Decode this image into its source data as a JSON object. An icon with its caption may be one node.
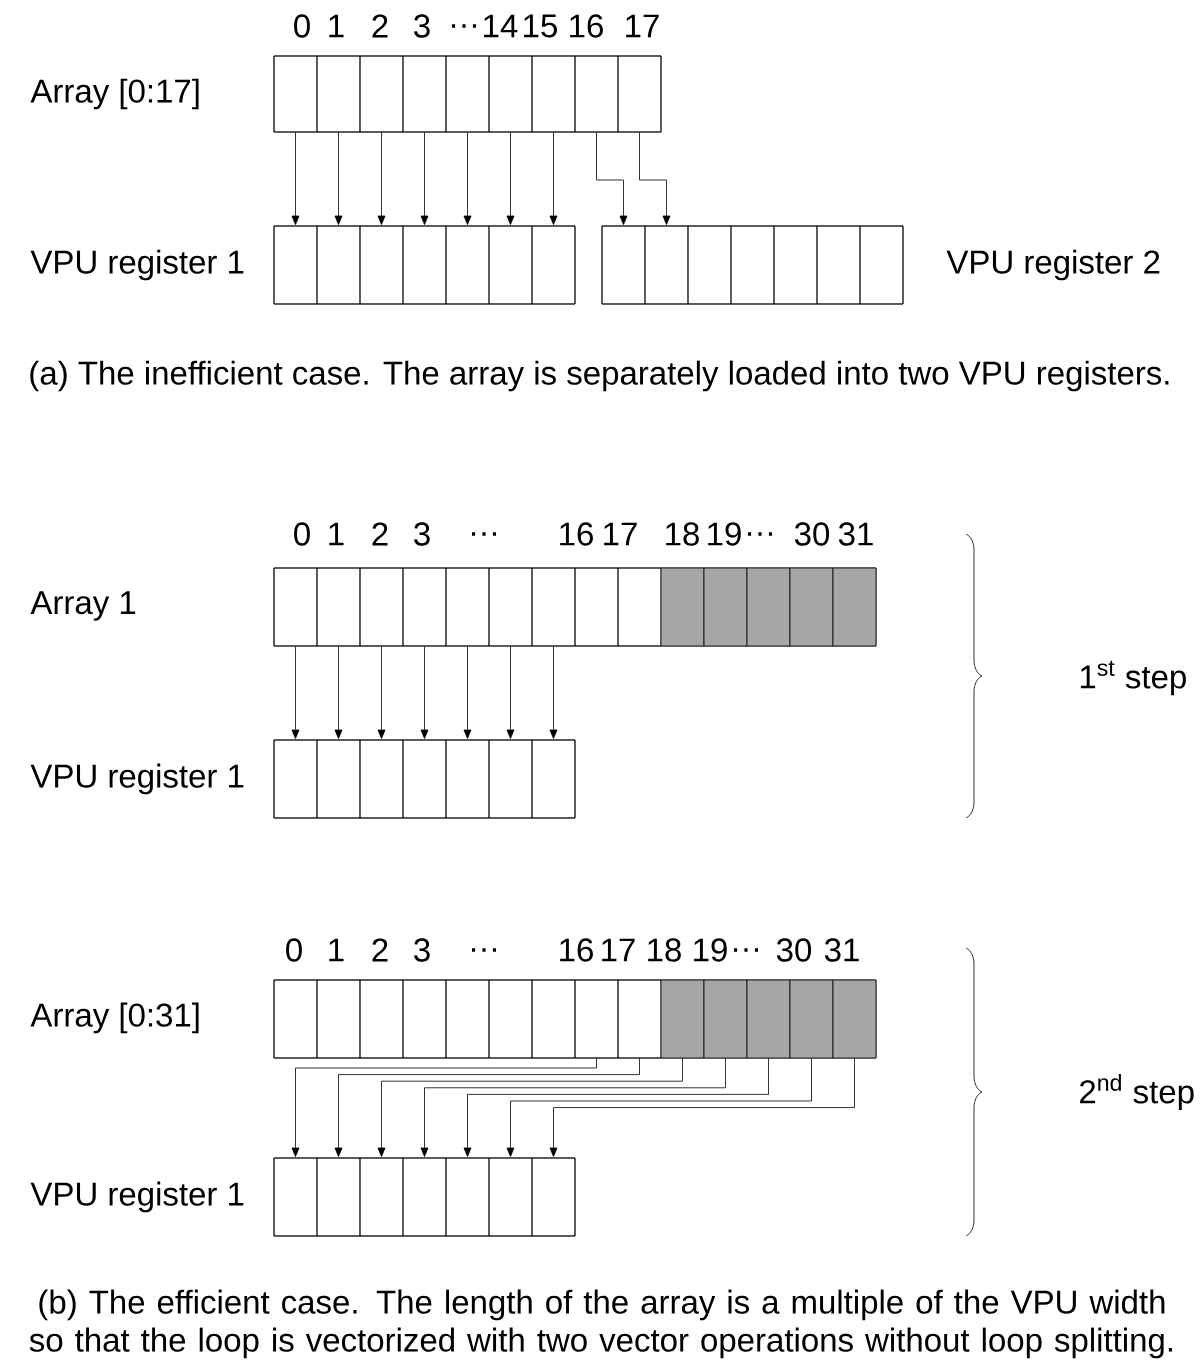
{
  "diagram": {
    "nodes": [
      {
        "text": [],
        "shape": "box"
      },
      {
        "text": [],
        "shape": "box",
        "in": 0
      },
      {
        "text": [],
        "shape": "box",
        "in": 0
      },
      {
        "text": [],
        "shape": "box",
        "in": 0
      },
      {
        "text": [],
        "shape": "box",
        "in": 0
      },
      {
        "text": [],
        "shape": "box",
        "in": 0
      },
      {
        "text": [],
        "shape": "box",
        "in": 0
      },
      {
        "text": [],
        "shape": "box",
        "in": 0
      },
      {
        "text": [],
        "shape": "box",
        "in": 0
      },
      {
        "text": [],
        "shape": "box",
        "in": 0
      },
      {
        "text": [],
        "shape": "box",
        "beside": [
          "VPU register 1"
        ]
      },
      {
        "text": [],
        "shape": "box",
        "in": 10
      },
      {
        "text": [],
        "shape": "box",
        "in": 10
      },
      {
        "text": [],
        "shape": "box",
        "in": 10
      },
      {
        "text": [],
        "shape": "box",
        "in": 10
      },
      {
        "text": [],
        "shape": "box",
        "in": 10
      },
      {
        "text": [],
        "shape": "box",
        "in": 10
      },
      {
        "text": [],
        "shape": "box",
        "in": 10
      },
      {
        "text": [],
        "shape": "box",
        "beside": [
          "VPU register 2"
        ]
      },
      {
        "text": [],
        "shape": "box",
        "in": 18
      },
      {
        "text": [],
        "shape": "box",
        "in": 18
      },
      {
        "text": [],
        "shape": "box",
        "in": 18
      },
      {
        "text": [],
        "shape": "box",
        "in": 18
      },
      {
        "text": [],
        "shape": "box",
        "in": 18
      },
      {
        "text": [],
        "shape": "box",
        "in": 18
      },
      {
        "text": [],
        "shape": "box",
        "in": 18
      },
      {
        "text": [],
        "shape": "box"
      },
      {
        "text": [],
        "shape": "box",
        "in": 26
      },
      {
        "text": [],
        "shape": "box",
        "in": 26
      },
      {
        "text": [],
        "shape": "box",
        "in": 26
      },
      {
        "text": [],
        "shape": "box",
        "in": 26
      },
      {
        "text": [],
        "shape": "box",
        "in": 26
      },
      {
        "text": [],
        "shape": "box",
        "in": 26
      },
      {
        "text": [],
        "shape": "box",
        "in": 26
      },
      {
        "text": [],
        "shape": "box",
        "in": 26
      },
      {
        "text": [],
        "shape": "box",
        "in": 26
      },
      {
        "text": [],
        "shape": "box",
        "in": 26
      },
      {
        "text": [],
        "shape": "box",
        "in": 26
      },
      {
        "text": [],
        "shape": "box",
        "in": 26
      },
      {
        "text": [],
        "shape": "box",
        "in": 26
      },
      {
        "text": [],
        "shape": "box",
        "in": 26
      },
      {
        "text": [],
        "shape": "box",
        "beside": [
          "VPU register 1"
        ]
      },
      {
        "text": [],
        "shape": "box",
        "in": 41
      },
      {
        "text": [],
        "shape": "box",
        "in": 41
      },
      {
        "text": [],
        "shape": "box",
        "in": 41
      },
      {
        "text": [],
        "shape": "box",
        "in": 41
      },
      {
        "text": [],
        "shape": "box",
        "in": 41
      },
      {
        "text": [],
        "shape": "box",
        "in": 41
      },
      {
        "text": [],
        "shape": "box",
        "in": 41
      },
      {
        "text": [],
        "shape": "box"
      },
      {
        "text": [],
        "shape": "box",
        "in": 49
      },
      {
        "text": [],
        "shape": "box",
        "in": 49
      },
      {
        "text": [],
        "shape": "box",
        "in": 49
      },
      {
        "text": [],
        "shape": "box",
        "in": 49
      },
      {
        "text": [],
        "shape": "box",
        "in": 49
      },
      {
        "text": [],
        "shape": "box",
        "in": 49
      },
      {
        "text": [],
        "shape": "box",
        "in": 49
      },
      {
        "text": [],
        "shape": "box",
        "in": 49
      },
      {
        "text": [],
        "shape": "box",
        "in": 49
      },
      {
        "text": [],
        "shape": "box",
        "in": 49
      },
      {
        "text": [],
        "shape": "box",
        "in": 49
      },
      {
        "text": [],
        "shape": "box",
        "in": 49
      },
      {
        "text": [],
        "shape": "box",
        "in": 49
      },
      {
        "text": [],
        "shape": "box",
        "in": 49
      },
      {
        "text": [],
        "shape": "box",
        "beside": [
          "VPU register 1"
        ]
      },
      {
        "text": [],
        "shape": "box",
        "in": 64
      },
      {
        "text": [],
        "shape": "box",
        "in": 64
      },
      {
        "text": [],
        "shape": "box",
        "in": 64
      },
      {
        "text": [],
        "shape": "box",
        "in": 64
      },
      {
        "text": [],
        "shape": "box",
        "in": 64
      },
      {
        "text": [],
        "shape": "box",
        "in": 64
      },
      {
        "text": [],
        "shape": "box",
        "in": 64
      }
    ],
    "edges": [
      {
        "from": 1,
        "to": 11,
        "arrow": "to"
      },
      {
        "from": 2,
        "to": 12,
        "arrow": "to"
      },
      {
        "from": 3,
        "to": 13,
        "arrow": "to"
      },
      {
        "from": 4,
        "to": 14,
        "arrow": "to"
      },
      {
        "from": 5,
        "to": 15,
        "arrow": "to"
      },
      {
        "from": 6,
        "to": 16,
        "arrow": "to"
      },
      {
        "from": 7,
        "to": 17,
        "arrow": "to"
      },
      {
        "from": 8,
        "to": 19,
        "arrow": "to"
      },
      {
        "from": 9,
        "to": 20,
        "arrow": "to"
      },
      {
        "from": 27,
        "to": 42,
        "arrow": "to"
      },
      {
        "from": 28,
        "to": 43,
        "arrow": "to"
      },
      {
        "from": 29,
        "to": 44,
        "arrow": "to"
      },
      {
        "from": 30,
        "to": 45,
        "arrow": "to"
      },
      {
        "from": 31,
        "to": 46,
        "arrow": "to"
      },
      {
        "from": 32,
        "to": 47,
        "arrow": "to"
      },
      {
        "from": 33,
        "to": 48,
        "arrow": "to"
      },
      {
        "from": 57,
        "to": 65,
        "arrow": "to"
      },
      {
        "from": 58,
        "to": 66,
        "arrow": "to"
      },
      {
        "from": 59,
        "to": 67,
        "arrow": "to"
      },
      {
        "from": 60,
        "to": 68,
        "arrow": "to"
      },
      {
        "from": 61,
        "to": 69,
        "arrow": "to"
      },
      {
        "from": 62,
        "to": 70,
        "arrow": "to"
      },
      {
        "from": 63,
        "to": 71,
        "arrow": "to"
      }
    ],
    "labels": [
      "0",
      "1",
      "2",
      "3",
      "…",
      "14",
      "15",
      "16",
      "17",
      "Array [0:17]",
      "(a) The inefficient case. The array is separately loaded into two VPU registers.",
      "0",
      "1",
      "2",
      "3",
      "…",
      "16",
      "17",
      "18",
      "19",
      "…",
      "30",
      "31",
      "Array 1",
      "1$^{st}$ step",
      "0",
      "1",
      "2",
      "3",
      "…",
      "16",
      "17",
      "18",
      "19",
      "…",
      "30",
      "31",
      "Array [0:31]",
      "2$^{nd}$ step",
      "(b) The efficient case. The length of the array is a multiple of the VPU width so that the loop is vectorized with two vector operations without loop splitting."
    ]
  }
}
